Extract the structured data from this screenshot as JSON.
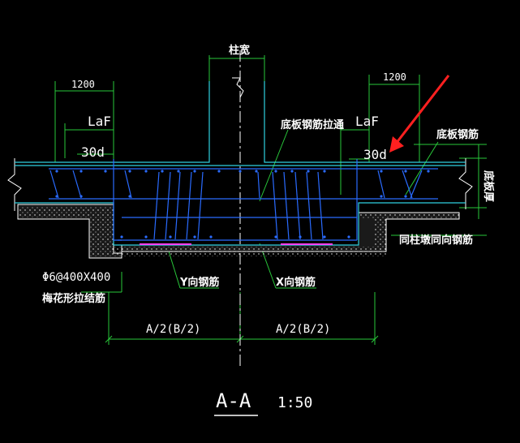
{
  "labels": {
    "column_width": "柱宽",
    "dim_1200_left": "1200",
    "dim_1200_right": "1200",
    "laf_left": "LaF",
    "laf_right": "LaF",
    "d30_left": "30d",
    "d30_right": "30d",
    "slab_rebar_through": "底板钢筋拉通",
    "slab_rebar": "底板钢筋",
    "slab_thickness": "底板厚",
    "same_column_rebar": "同柱墩同向钢筋",
    "tie_spec": "Φ6@400X400",
    "tie_desc": "梅花形拉结筋",
    "y_rebar": "Y向钢筋",
    "x_rebar": "X向钢筋",
    "half_left": "A/2(B/2)",
    "half_right": "A/2(B/2)",
    "section_title": "A-A",
    "scale": "1:50"
  },
  "colors": {
    "background": "#000000",
    "lines": "#ffffff",
    "concrete_outline": "#2fd0e0",
    "rebar": "#2a6bff",
    "dimension": "#29c83a",
    "arrow": "#ff2020",
    "highlight": "#ff40ff"
  }
}
